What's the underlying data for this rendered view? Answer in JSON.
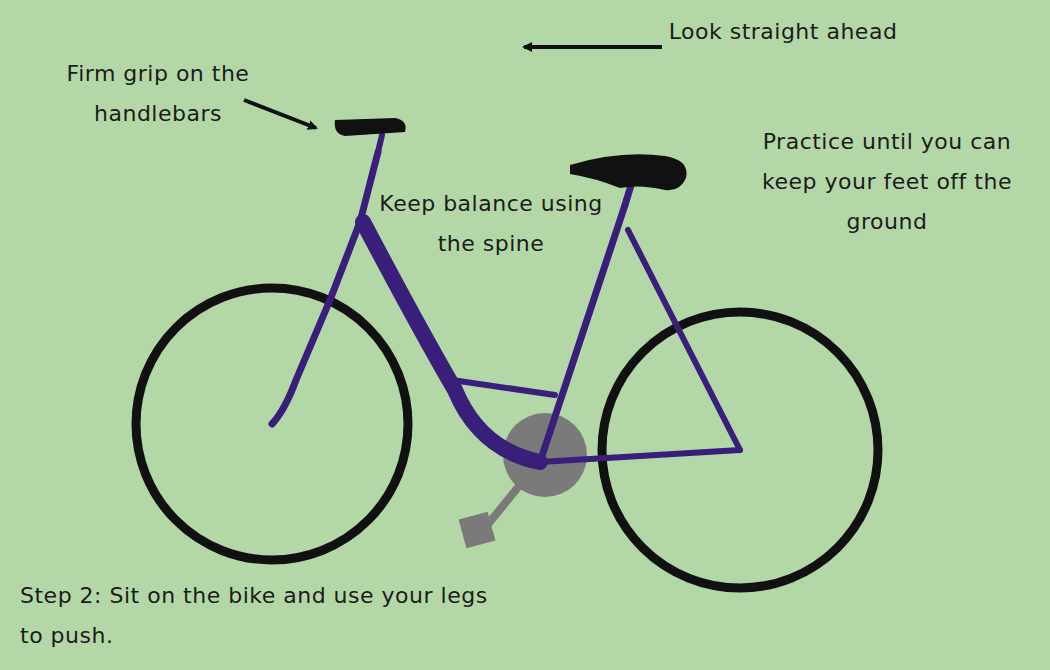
{
  "diagram": {
    "labels": [
      "Look straight ahead",
      "Firm grip on the handlebars",
      "Practice until you can keep your feet off the ground",
      "Keep balance using the spine",
      "Step 2: Sit on the bike and use your legs to push."
    ]
  }
}
